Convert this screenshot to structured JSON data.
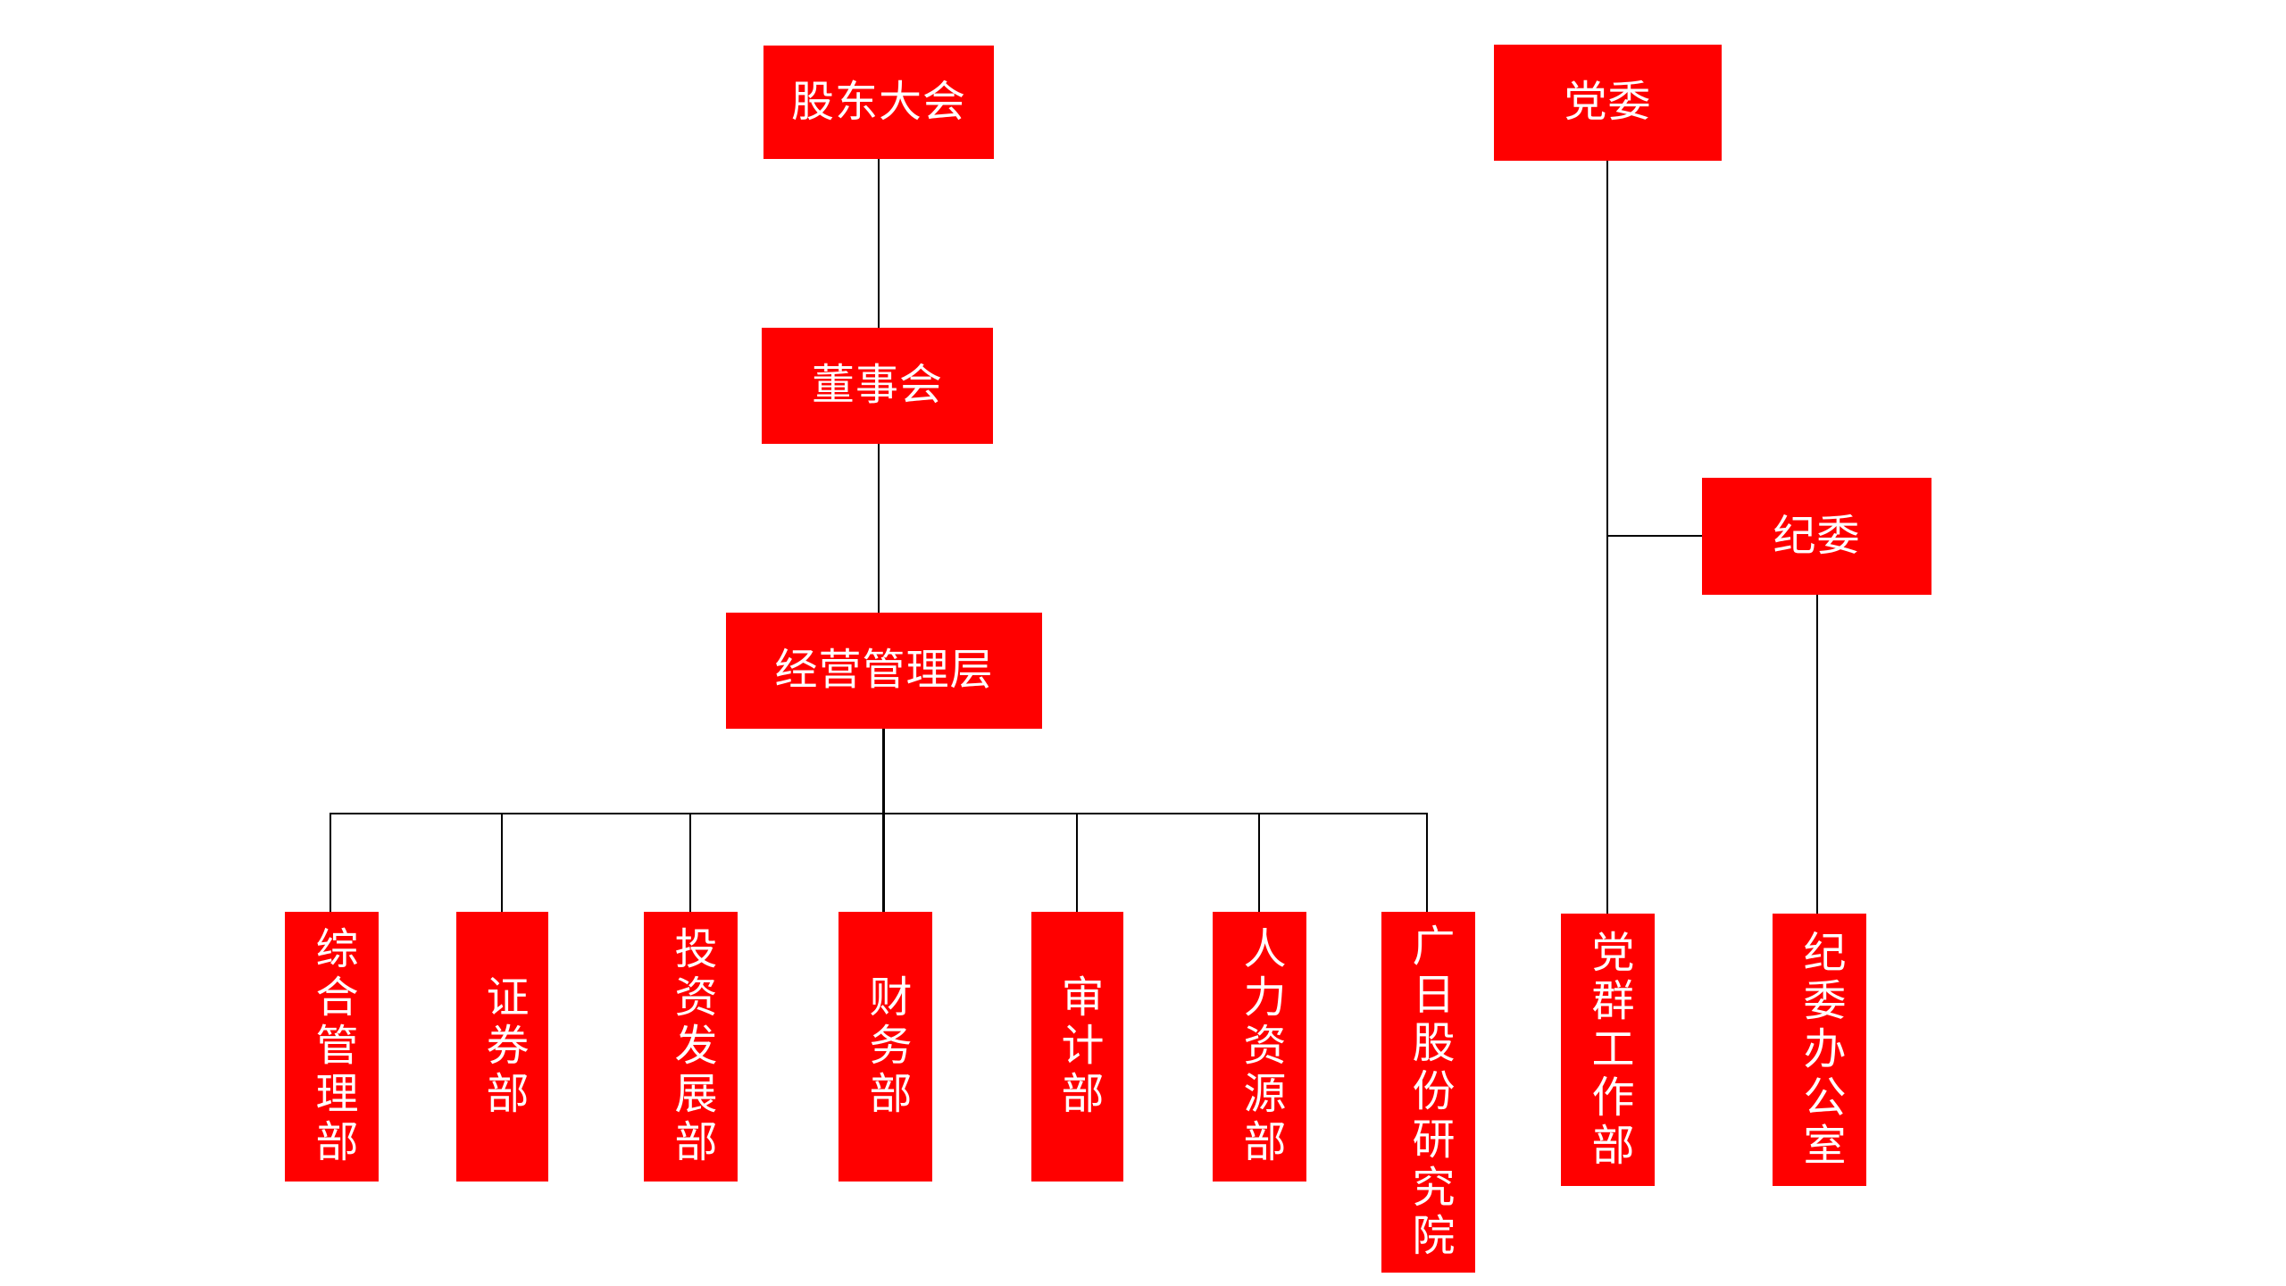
{
  "colors": {
    "box_fill": "#ff0000",
    "box_text": "#ffffff",
    "connector": "#000000",
    "background": "#ffffff"
  },
  "nodes": {
    "shareholders": {
      "label": "股东大会"
    },
    "board": {
      "label": "董事会"
    },
    "management": {
      "label": "经营管理层"
    },
    "dept_general": {
      "label": "综合管理部"
    },
    "dept_securities": {
      "label": "证券部"
    },
    "dept_investment": {
      "label": "投资发展部"
    },
    "dept_finance": {
      "label": "财务部"
    },
    "dept_audit": {
      "label": "审计部"
    },
    "dept_hr": {
      "label": "人力资源部"
    },
    "dept_research": {
      "label": "广日股份研究院"
    },
    "party": {
      "label": "党委"
    },
    "discipline": {
      "label": "纪委"
    },
    "dept_partymass": {
      "label": "党群工作部"
    },
    "dept_discoffice": {
      "label": "纪委办公室"
    }
  },
  "edges": [
    [
      "shareholders",
      "board"
    ],
    [
      "board",
      "management"
    ],
    [
      "management",
      "dept_general"
    ],
    [
      "management",
      "dept_securities"
    ],
    [
      "management",
      "dept_investment"
    ],
    [
      "management",
      "dept_finance"
    ],
    [
      "management",
      "dept_audit"
    ],
    [
      "management",
      "dept_hr"
    ],
    [
      "management",
      "dept_research"
    ],
    [
      "party",
      "discipline"
    ],
    [
      "party",
      "dept_partymass"
    ],
    [
      "discipline",
      "dept_discoffice"
    ]
  ]
}
